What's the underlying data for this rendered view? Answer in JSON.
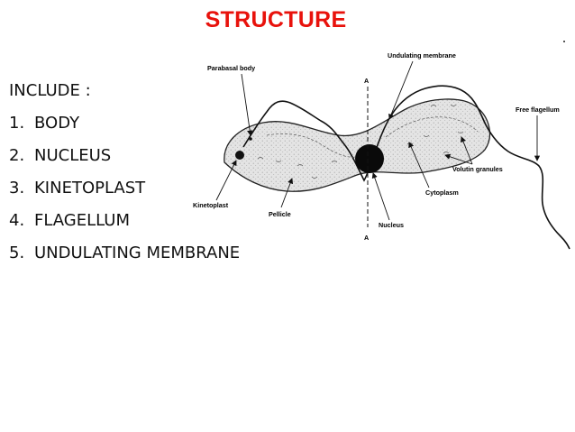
{
  "slide": {
    "title": "STRUCTURE",
    "title_color": "#e8120c",
    "text_color": "#111111",
    "include_heading": "INCLUDE :",
    "items": [
      {
        "num": "1.",
        "label": "BODY"
      },
      {
        "num": "2.",
        "label": "NUCLEUS"
      },
      {
        "num": "3.",
        "label": "KINETOPLAST"
      },
      {
        "num": "4.",
        "label": "FLAGELLUM"
      },
      {
        "num": "5.",
        "label": "UNDULATING MEMBRANE"
      }
    ]
  },
  "diagram": {
    "labels": {
      "parabasal_body": "Parabasal body",
      "undulating_membrane": "Undulating membrane",
      "free_flagellum": "Free flagellum",
      "volutin_granules": "Volutin granules",
      "cytoplasm": "Cytoplasm",
      "kinetoplast": "Kinetoplast",
      "pellicle": "Pellicle",
      "nucleus": "Nucleus",
      "section_top": "A",
      "section_bottom": "A"
    },
    "cell_fill": "#e4e4e4"
  }
}
